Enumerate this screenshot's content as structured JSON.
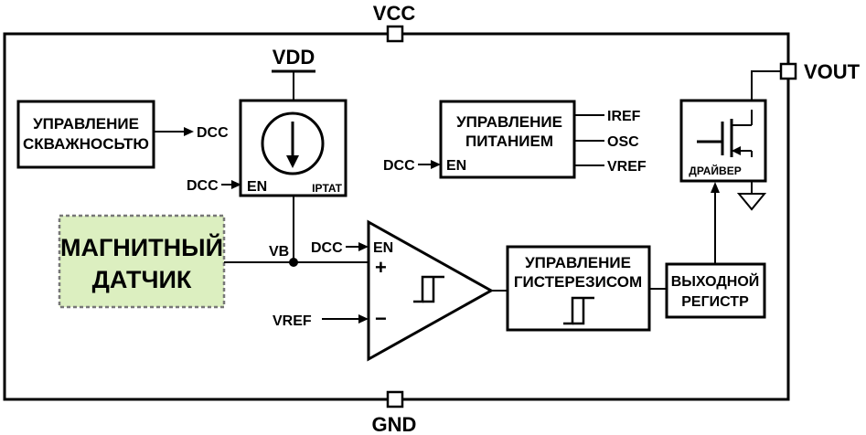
{
  "pins": {
    "vcc": "VCC",
    "gnd": "GND",
    "vout": "VOUT",
    "vdd": "VDD"
  },
  "blocks": {
    "duty_control": {
      "line1": "УПРАВЛЕНИЕ",
      "line2": "СКВАЖНОСЬТЮ",
      "output": "DCC"
    },
    "current_source": {
      "enable_input": "DCC",
      "enable_label": "EN",
      "type_label": "IPTAT"
    },
    "power_control": {
      "line1": "УПРАВЛЕНИЕ",
      "line2": "ПИТАНИЕМ",
      "enable_input": "DCC",
      "enable_label": "EN",
      "outputs": [
        "IREF",
        "OSC",
        "VREF"
      ]
    },
    "driver": {
      "label": "ДРАЙВЕР"
    },
    "magnetic_sensor": {
      "line1": "МАГНИТНЫЙ",
      "line2": "ДАТЧИК",
      "fill": "#dcefc0",
      "border": "#777777"
    },
    "comparator": {
      "enable_input": "DCC",
      "enable_label": "EN",
      "node_label": "VB",
      "plus": "+",
      "minus": "−",
      "ref_input": "VREF"
    },
    "hysteresis_control": {
      "line1": "УПРАВЛЕНИЕ",
      "line2": "ГИСТЕРЕЗИСОМ"
    },
    "output_register": {
      "line1": "ВЫХОДНОЙ",
      "line2": "РЕГИСТР"
    }
  }
}
